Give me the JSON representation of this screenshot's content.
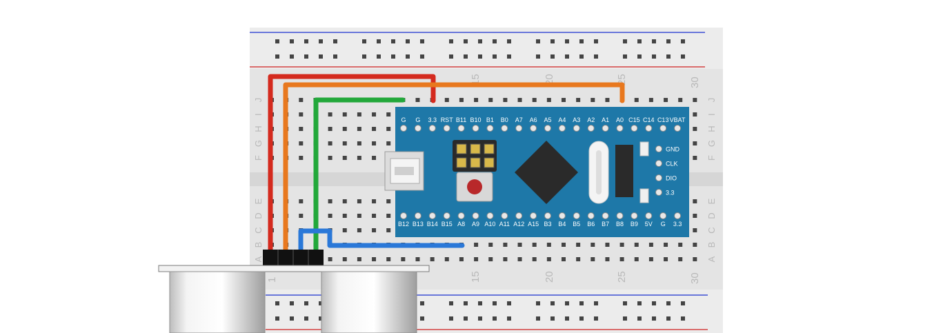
{
  "breadboard": {
    "column_numbers": [
      "1",
      "15",
      "20",
      "25",
      "30"
    ],
    "row_letters_top": [
      "J",
      "I",
      "H",
      "G",
      "F"
    ],
    "row_letters_bottom": [
      "E",
      "D",
      "C",
      "B",
      "A"
    ]
  },
  "board": {
    "top_pins": [
      "G",
      "G",
      "3.3",
      "RST",
      "B11",
      "B10",
      "B1",
      "B0",
      "A7",
      "A6",
      "A5",
      "A4",
      "A3",
      "A2",
      "A1",
      "A0",
      "C15",
      "C14",
      "C13",
      "VBAT"
    ],
    "bottom_pins": [
      "B12",
      "B13",
      "B14",
      "B15",
      "A8",
      "A9",
      "A10",
      "A11",
      "A12",
      "A15",
      "B3",
      "B4",
      "B5",
      "B6",
      "B7",
      "B8",
      "B9",
      "5V",
      "G",
      "3.3"
    ],
    "debug_pins": [
      "GND",
      "CLK",
      "DIO",
      "3.3"
    ],
    "color": "#1e78a8"
  },
  "wires": {
    "red": "#d42a1e",
    "orange": "#e8781e",
    "green": "#22a83a",
    "blue": "#2a78d8"
  }
}
